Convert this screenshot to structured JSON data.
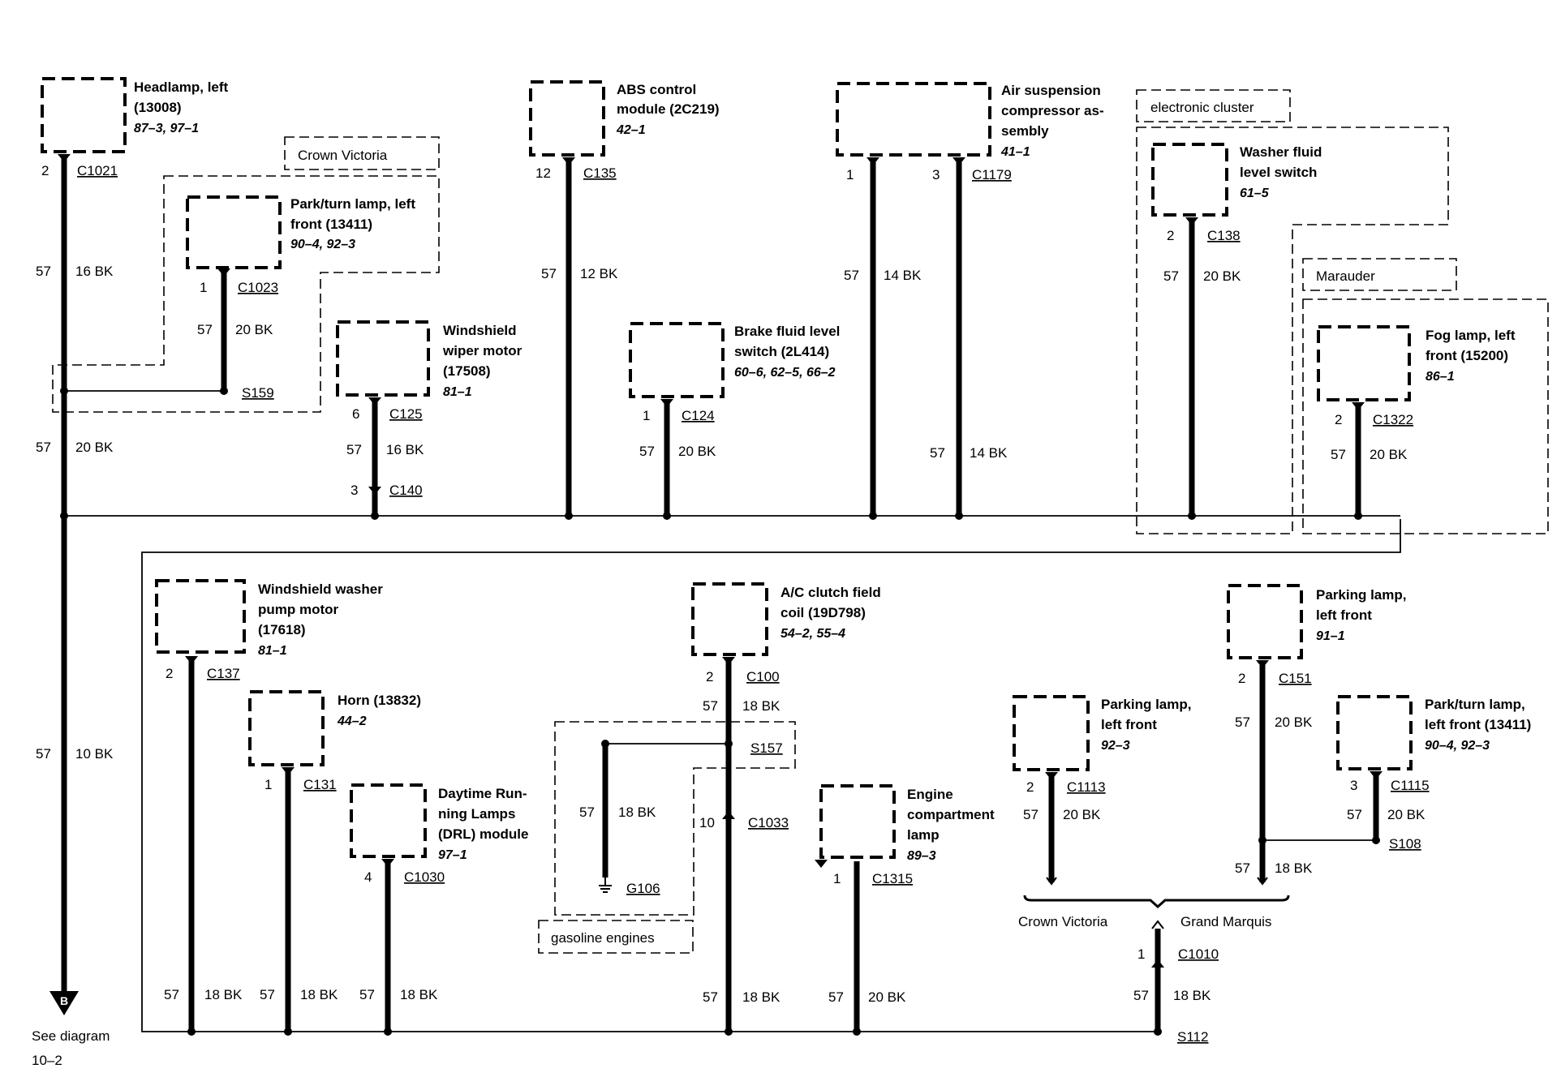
{
  "components": {
    "headlamp_left": {
      "name1": "Headlamp, left",
      "name2": "(13008)",
      "ref": "87–3, 97–1",
      "pin": "2",
      "conn": "C1021",
      "circ": "57",
      "wire": "16 BK"
    },
    "park_turn_lf_cv": {
      "name1": "Park/turn lamp, left",
      "name2": "front (13411)",
      "ref": "90–4, 92–3",
      "pin": "1",
      "conn": "C1023",
      "circ": "57",
      "wire": "20 BK",
      "splice": "S159"
    },
    "ws_wiper": {
      "name1": "Windshield",
      "name2": "wiper motor",
      "name3": "(17508)",
      "ref": "81–1",
      "pin": "6",
      "conn": "C125",
      "circ": "57",
      "wire": "16 BK",
      "pin2": "3",
      "conn2": "C140"
    },
    "abs": {
      "name1": "ABS control",
      "name2": "module (2C219)",
      "ref": "42–1",
      "pin": "12",
      "conn": "C135",
      "circ": "57",
      "wire": "12 BK"
    },
    "brake_fluid": {
      "name1": "Brake fluid level",
      "name2": "switch (2L414)",
      "ref": "60–6, 62–5, 66–2",
      "pin": "1",
      "conn": "C124",
      "circ": "57",
      "wire": "20 BK"
    },
    "air_susp": {
      "name1": "Air suspension",
      "name2": "compressor as-",
      "name3": "sembly",
      "ref": "41–1",
      "pin1": "1",
      "pin2": "3",
      "conn": "C1179",
      "circ1": "57",
      "wire1": "14 BK",
      "circ2": "57",
      "wire2": "14 BK"
    },
    "washer_fluid": {
      "name1": "Washer fluid",
      "name2": "level switch",
      "ref": "61–5",
      "pin": "2",
      "conn": "C138",
      "circ": "57",
      "wire": "20 BK"
    },
    "fog_lamp": {
      "name1": "Fog lamp, left",
      "name2": "front (15200)",
      "ref": "86–1",
      "pin": "2",
      "conn": "C1322",
      "circ": "57",
      "wire": "20 BK"
    },
    "main_bus": {
      "circ": "57",
      "wire": "20 BK"
    },
    "ws_washer": {
      "name1": "Windshield washer",
      "name2": "pump motor",
      "name3": "(17618)",
      "ref": "81–1",
      "pin": "2",
      "conn": "C137",
      "circ": "57",
      "wire": "18 BK"
    },
    "horn": {
      "name1": "Horn (13832)",
      "ref": "44–2",
      "pin": "1",
      "conn": "C131",
      "circ": "57",
      "wire": "18 BK"
    },
    "drl": {
      "name1": "Daytime Run-",
      "name2": "ning Lamps",
      "name3": "(DRL) module",
      "ref": "97–1",
      "pin": "4",
      "conn": "C1030",
      "circ": "57",
      "wire": "18 BK"
    },
    "ac_clutch": {
      "name1": "A/C clutch field",
      "name2": "coil (19D798)",
      "ref": "54–2, 55–4",
      "pin": "2",
      "conn": "C100",
      "circ": "57",
      "wire": "18 BK",
      "splice": "S157",
      "pin2": "10",
      "conn2": "C1033",
      "circ3": "57",
      "wire3": "18 BK"
    },
    "ground": {
      "circ": "57",
      "wire": "18 BK",
      "label": "G106"
    },
    "engine_comp": {
      "name1": "Engine",
      "name2": "compartment",
      "name3": "lamp",
      "ref": "89–3",
      "pin": "1",
      "conn": "C1315",
      "circ": "57",
      "wire": "20 BK"
    },
    "parking_cv": {
      "name1": "Parking lamp,",
      "name2": "left front",
      "ref": "92–3",
      "pin": "2",
      "conn": "C1113",
      "circ": "57",
      "wire": "20 BK"
    },
    "parking_gm": {
      "name1": "Parking lamp,",
      "name2": "left front",
      "ref": "91–1",
      "pin": "2",
      "conn": "C151",
      "circ": "57",
      "wire": "20 BK",
      "circ2": "57",
      "wire2": "18 BK"
    },
    "park_turn_gm": {
      "name1": "Park/turn lamp,",
      "name2": "left front (13411)",
      "ref": "90–4, 92–3",
      "pin": "3",
      "conn": "C1115",
      "circ": "57",
      "wire": "20 BK",
      "splice": "S108"
    },
    "s112": {
      "pin": "1",
      "conn": "C1010",
      "circ": "57",
      "wire": "18 BK",
      "splice": "S112"
    },
    "left_trunk": {
      "circ": "57",
      "wire": "10 BK",
      "arrow": "B",
      "see1": "See diagram",
      "see2": "10–2"
    }
  },
  "zones": {
    "crown_victoria": "Crown Victoria",
    "electronic_cluster": "electronic cluster",
    "marauder": "Marauder",
    "gasoline_engines": "gasoline engines",
    "crown_victoria_bottom": "Crown Victoria",
    "grand_marquis": "Grand Marquis"
  }
}
